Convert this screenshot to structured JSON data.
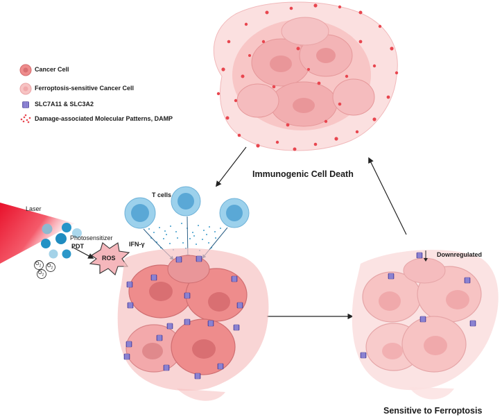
{
  "colors": {
    "cell_dark": "#ee8c8c",
    "cell_light": "#f7c3c3",
    "cell_pale": "#fbe0e0",
    "nucleus": "#d96f72",
    "transporter": "#6a5fc1",
    "damp": "#e8464f",
    "tcell": "#9cd1ec",
    "tcell_nucleus": "#5aa8d6",
    "ifn": "#3a9ac9",
    "ros": "#f5b7bc",
    "laser": "#e8102a"
  },
  "legend": {
    "items": [
      {
        "icon": "cancer-cell-icon",
        "label": "Cancer Cell"
      },
      {
        "icon": "ferroptosis-sensitive-cell-icon",
        "label": "Ferroptosis-sensitive Cancer Cell"
      },
      {
        "icon": "transporter-icon",
        "label": "SLC7A11 & SLC3A2"
      },
      {
        "icon": "damp-dots-icon",
        "label": "Damage-associated Molecular Patterns, DAMP"
      }
    ]
  },
  "labels": {
    "icd": "Immunogenic Cell Death",
    "t_cells": "T cells",
    "ifn": "IFN-γ",
    "laser": "Laser",
    "photosensitizer": "Photosensitizer",
    "pdt": "PDT",
    "ros": "ROS",
    "o2": "O",
    "o2_sub": "2",
    "downregulated": "Downregulated",
    "sensitive": "Sensitive to Ferroptosis"
  }
}
